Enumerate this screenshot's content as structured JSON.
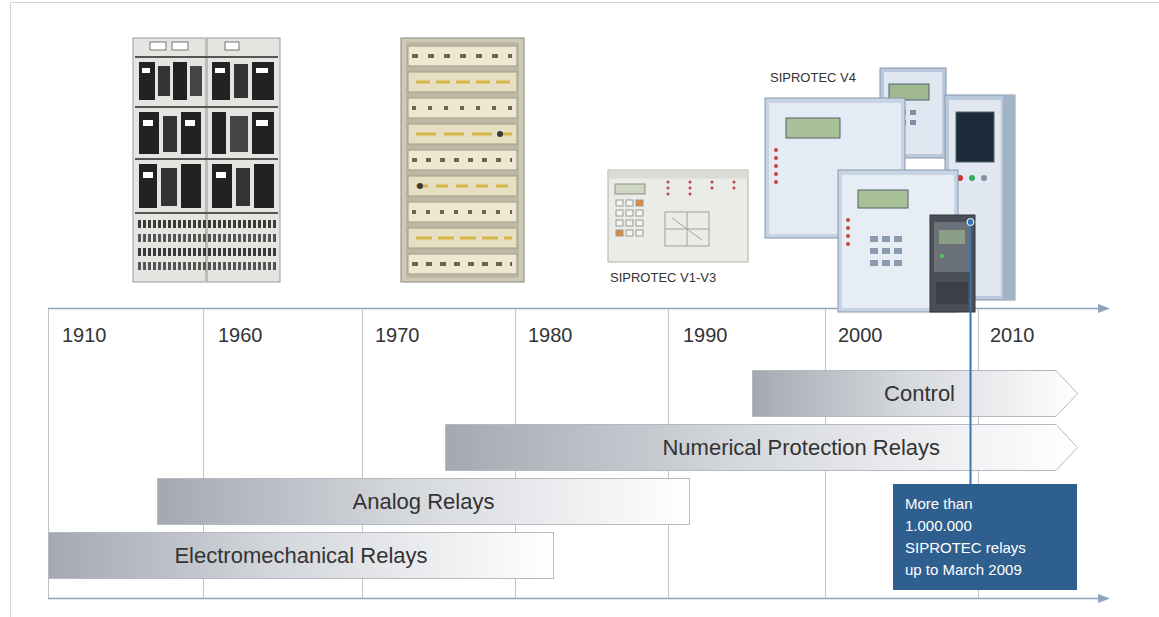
{
  "diagram": {
    "nodes": [
      {
        "text": [
          "Control"
        ]
      },
      {
        "text": [
          "Numerical Protection Relays"
        ]
      },
      {
        "text": [
          "Analog Relays"
        ]
      },
      {
        "text": [
          "Electromechanical Relays"
        ]
      },
      {
        "text": [
          "More than 1.000.000 SIPROTEC relays up to March 2009"
        ]
      }
    ],
    "labels": [
      "SIPROTEC V4",
      "SIPROTEC V1-V3",
      "1910",
      "1960",
      "1970",
      "1980",
      "1990",
      "2000",
      "2010"
    ]
  }
}
